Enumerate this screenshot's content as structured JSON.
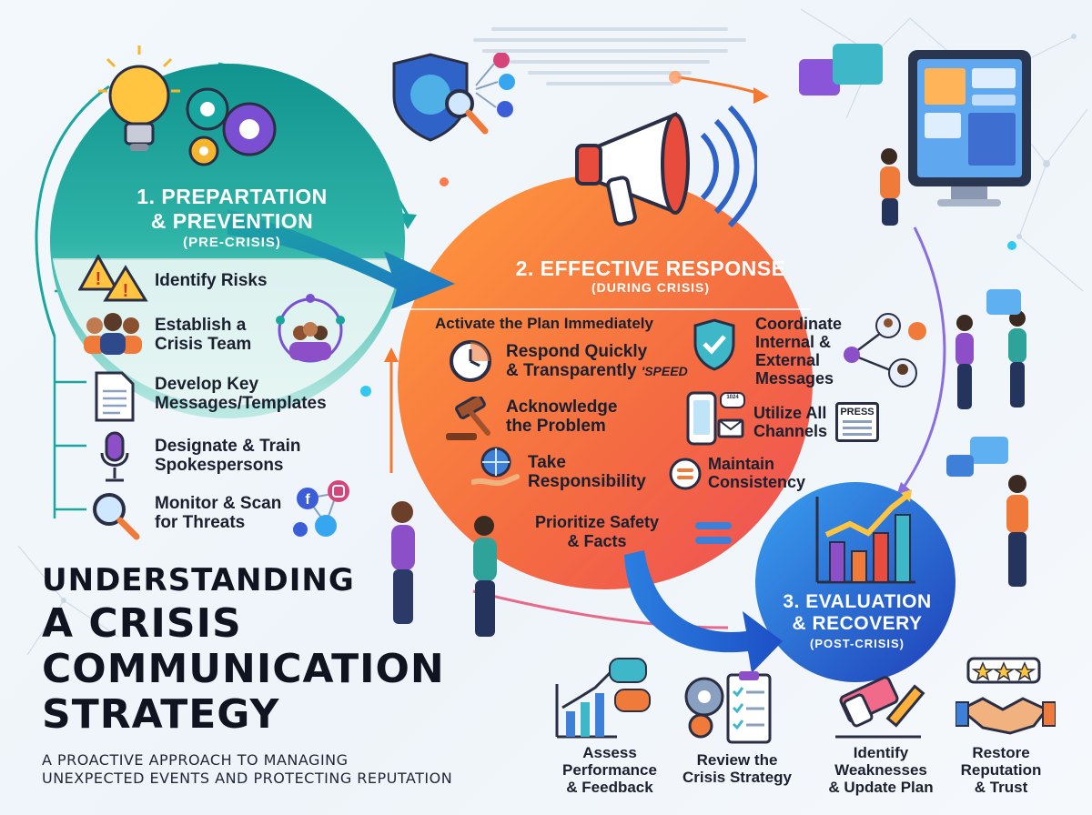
{
  "title": {
    "line1": "UNDERSTANDING",
    "line2": "A CRISIS",
    "line3": "COMMUNICATION",
    "line4": "STRATEGY",
    "subtitle1": "A PROACTIVE APPROACH TO MANAGING",
    "subtitle2": "UNEXPECTED EVENTS AND PROTECTING REPUTATION"
  },
  "stage1": {
    "title1": "1. PREPARTATION",
    "title2": "& PREVENTION",
    "subtitle": "(PRE-CRISIS)",
    "items": [
      {
        "l1": "Identify Risks",
        "l2": ""
      },
      {
        "l1": "Establish a",
        "l2": "Crisis Team"
      },
      {
        "l1": "Develop Key",
        "l2": "Messages/Templates"
      },
      {
        "l1": "Designate & Train",
        "l2": "Spokespersons"
      },
      {
        "l1": "Monitor & Scan",
        "l2": "for Threats"
      }
    ]
  },
  "stage2": {
    "title": "2. EFFECTIVE RESPONSE",
    "subtitle": "(DURING CRISIS)",
    "activate": "Activate the Plan Immediately",
    "items": [
      {
        "l1": "Respond Quickly",
        "l2": "& Transparently",
        "tag": "'SPEED"
      },
      {
        "l1": "Acknowledge",
        "l2": "the Problem"
      },
      {
        "l1": "Take",
        "l2": "Responsibility"
      },
      {
        "l1": "Prioritize Safety",
        "l2": "& Facts"
      },
      {
        "l1": "Coordinate",
        "l2": "Internal &",
        "l3": "External",
        "l4": "Messages"
      },
      {
        "l1": "Utilize All",
        "l2": "Channels"
      },
      {
        "l1": "Maintain",
        "l2": "Consistency"
      }
    ],
    "press_label": "PRESS",
    "chat_badge": "1024"
  },
  "stage3": {
    "title1": "3. EVALUATION",
    "title2": "& RECOVERY",
    "subtitle": "(POST-CRISIS)",
    "items": [
      {
        "l1": "Assess",
        "l2": "Performance",
        "l3": "& Feedback"
      },
      {
        "l1": "Review the",
        "l2": "Crisis Strategy",
        "l3": ""
      },
      {
        "l1": "Identify",
        "l2": "Weaknesses",
        "l3": "& Update Plan"
      },
      {
        "l1": "Restore",
        "l2": "Reputation",
        "l3": "& Trust"
      }
    ]
  },
  "colors": {
    "stage1": "#1f9e9a",
    "stage2": "#f26a3c",
    "stage3": "#2a63d8",
    "accent_purple": "#7b4fd1",
    "text_dark": "#1b2030"
  },
  "icons": [
    "lightbulb-icon",
    "gear-icon",
    "warning-icon",
    "team-icon",
    "document-icon",
    "microphone-icon",
    "magnifier-icon",
    "social-icon",
    "shield-globe-icon",
    "megaphone-icon",
    "clock-icon",
    "gavel-icon",
    "globe-hand-icon",
    "shield-check-icon",
    "network-icon",
    "phone-icon",
    "press-icon",
    "consistency-icon",
    "equals-icon",
    "bar-chart-icon",
    "chat-icon",
    "clipboard-icon",
    "eraser-pencil-icon",
    "handshake-icon",
    "stars-icon",
    "monitor-icon"
  ]
}
